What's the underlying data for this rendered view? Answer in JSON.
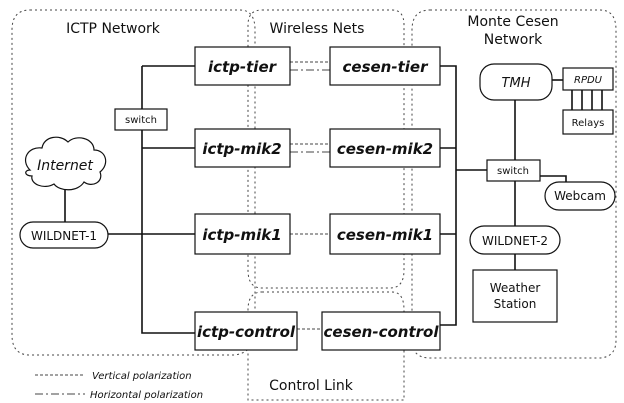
{
  "regions": {
    "ictp": "ICTP Network",
    "wireless": "Wireless Nets",
    "cesen_line1": "Monte Cesen",
    "cesen_line2": "Network",
    "control": "Control Link"
  },
  "nodes": {
    "ictp_tier": "ictp-tier",
    "cesen_tier": "cesen-tier",
    "ictp_mik2": "ictp-mik2",
    "cesen_mik2": "cesen-mik2",
    "ictp_mik1": "ictp-mik1",
    "cesen_mik1": "cesen-mik1",
    "ictp_control": "ictp-control",
    "cesen_control": "cesen-control",
    "switch_left": "switch",
    "switch_right": "switch",
    "internet": "Internet",
    "wildnet1": "WILDNET-1",
    "wildnet2": "WILDNET-2",
    "tmh": "TMH",
    "rpdu": "RPDU",
    "relays": "Relays",
    "webcam": "Webcam",
    "weather_line1": "Weather",
    "weather_line2": "Station"
  },
  "legend": {
    "vertical": "Vertical polarization",
    "horizontal": "Horizontal polarization"
  }
}
